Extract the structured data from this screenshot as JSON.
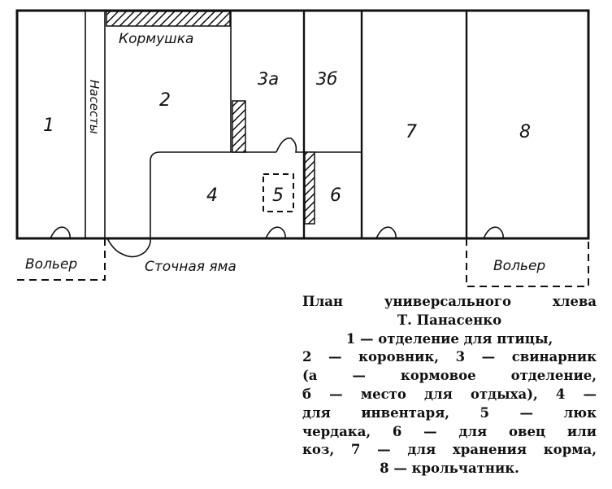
{
  "rooms": {
    "r1": "1",
    "r2": "2",
    "r3a": "3а",
    "r3b": "3б",
    "r4": "4",
    "r5": "5",
    "r6": "6",
    "r7": "7",
    "r8": "8"
  },
  "labels": {
    "feeder": "Кормушка",
    "perches": "Насесты",
    "enclosure_left": "Вольер",
    "enclosure_right": "Вольер",
    "sewage_pit": "Сточная яма"
  },
  "caption": {
    "title_line1": "План универсального хлева",
    "title_line2": "Т. Панасенко",
    "lines": [
      "1 — отделение для птицы,",
      "2 — коровник, 3 — свинарник",
      "(а — кормовое отделение,",
      "б — место для отдыха), 4 —",
      "для инвентаря, 5 — люк",
      "чердака, 6 — для овец или",
      "коз, 7 — для хранения корма,",
      "8 — крольчатник."
    ]
  }
}
